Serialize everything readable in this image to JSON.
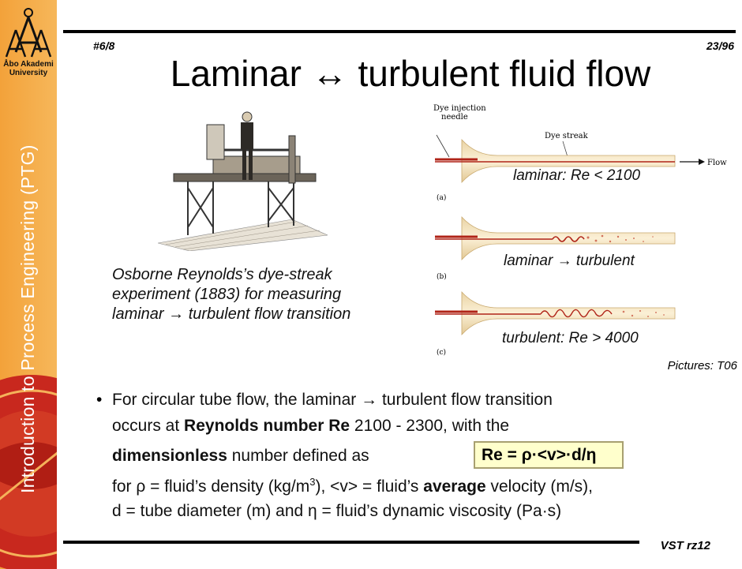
{
  "sidebar": {
    "university": "Åbo Akademi University",
    "course": "Introduction to Process Engineering (PTG)"
  },
  "header": {
    "slide_left": "#6/8",
    "slide_right": "23/96",
    "title": "Laminar ↔ turbulent fluid flow"
  },
  "figure_reynolds": {
    "caption_lines": [
      "Osborne Reynolds’s dye-streak",
      "experiment (1883) for measuring",
      "laminar → turbulent flow transition"
    ]
  },
  "figure_dye": {
    "needle_label_1": "Dye injection",
    "needle_label_2": "needle",
    "streak_label": "Dye streak",
    "flow_label": "Flow",
    "panel_a": "(a)",
    "panel_b": "(b)",
    "panel_c": "(c)",
    "laminar": "laminar: Re < 2100",
    "transition": "laminar → turbulent",
    "turbulent": "turbulent: Re > 4000",
    "credit": "Pictures: T06"
  },
  "body": {
    "bullet": "•",
    "l1": "For circular tube flow, the laminar → turbulent flow transition",
    "l2a": "occurs at ",
    "l2b": "Reynolds number Re",
    "l2c": " 2100 - 2300, with the",
    "l3a": "dimensionless",
    "l3b": " number  defined as",
    "formula": "Re = ρ·<v>·d/η",
    "l4a": "for ρ = fluid’s density (kg/m",
    "l4sup": "3",
    "l4b": "),  <v> = fluid’s ",
    "l4c": "average",
    "l4d": " velocity (m/s),",
    "l5": "d = tube diameter (m) and η = fluid’s dynamic viscosity (Pa·s)"
  },
  "footer": {
    "text": "VST rz12"
  },
  "colors": {
    "sidebar": "#f3a23a",
    "seal": "#c8281e",
    "formula_bg": "#ffffcc",
    "tube": "#f3e2bc",
    "streak": "#b02418"
  }
}
